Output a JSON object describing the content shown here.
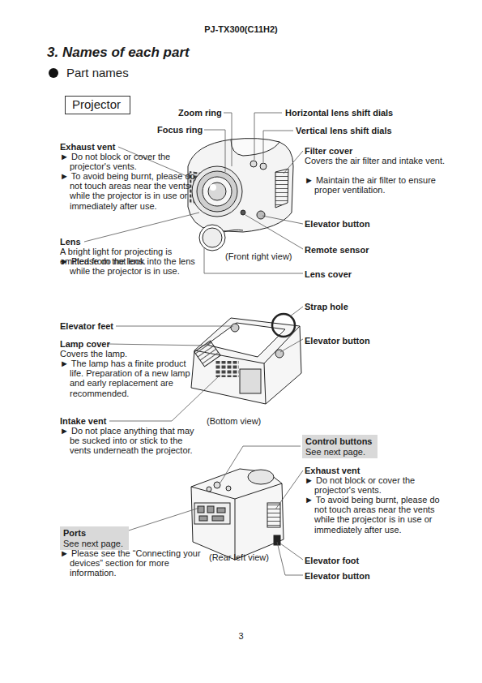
{
  "diagram": {
    "title": "3. Names of each part",
    "nodes": [
      {
        "text": [
          "Projector"
        ]
      },
      {
        "text": [
          "Control buttons",
          "See next page."
        ]
      },
      {
        "text": [
          "Ports",
          "See next page."
        ]
      }
    ],
    "labels": [
      "PJ-TX300(C11H2)",
      "Part names",
      "Zoom ring",
      "Focus ring",
      "Horizontal lens shift dials",
      "Vertical lens shift dials",
      "Exhaust vent",
      "► Do not block or cover the projector's vents.",
      "► To avoid being burnt, please do not touch areas near the vents while the projector is in use or immediately after use.",
      "Filter cover",
      "Covers the air filter and intake vent.",
      "► Maintain the air filter to ensure proper ventilation.",
      "Elevator button",
      "Lens",
      "A bright light for projecting is emitted from the lens.",
      "► Please do not look into the lens while the projector is in use.",
      "(Front right view)",
      "Remote sensor",
      "Lens cover",
      "Strap hole",
      "Elevator feet",
      "Elevator button",
      "Lamp cover",
      "Covers the lamp.",
      "► The lamp has a finite product life. Preparation of a new lamp and early replacement are recommended.",
      "Intake vent",
      "► Do not place anything that may be sucked into or stick to the vents underneath the projector.",
      "(Bottom view)",
      "Exhaust vent",
      "► Do not block or cover the projector's vents.",
      "► To avoid being burnt, please do not touch areas near the vents while the projector is in use or immediately after use.",
      "► Please see the “Connecting your devices” section for more information.",
      "(Rear left view)",
      "Elevator foot",
      "Elevator button",
      "3"
    ]
  }
}
